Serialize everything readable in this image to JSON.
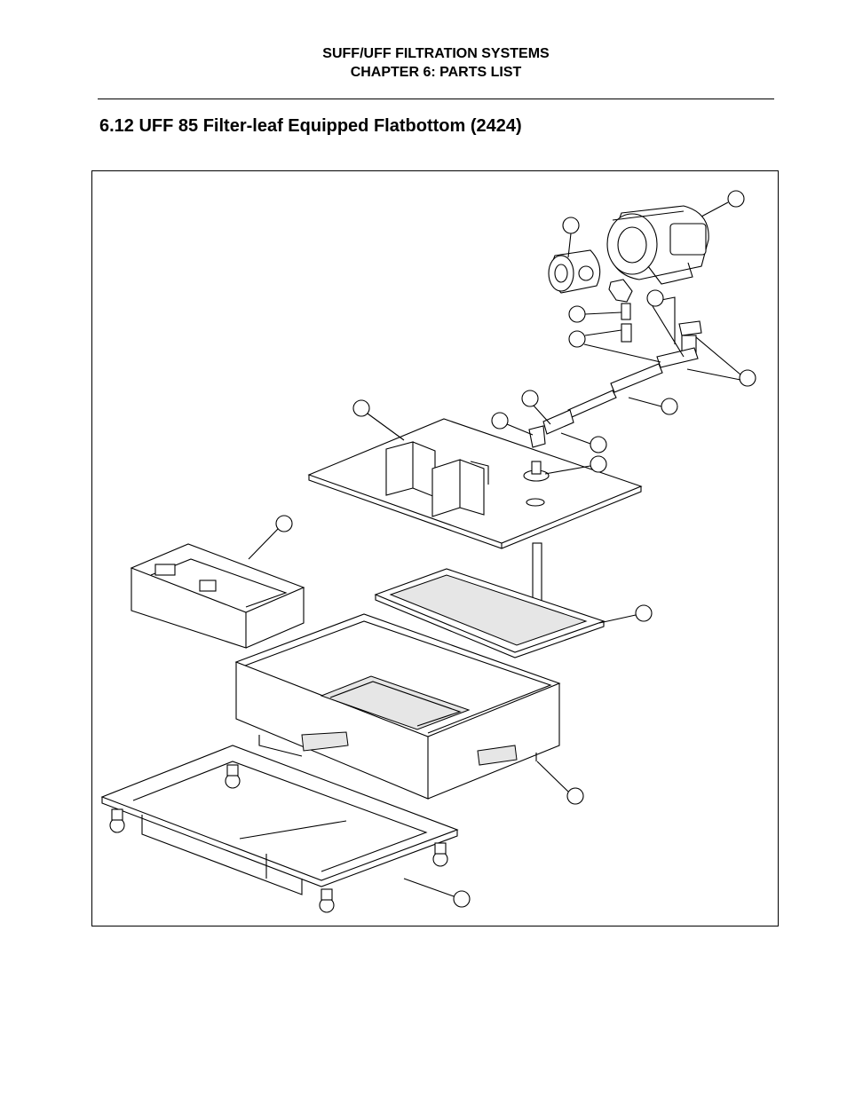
{
  "header": {
    "line1": "SUFF/UFF FILTRATION SYSTEMS",
    "line2": "CHAPTER 6:  PARTS LIST"
  },
  "section": {
    "title": "6.12  UFF 85 Filter-leaf Equipped Flatbottom (2424)"
  },
  "colors": {
    "ink": "#000000",
    "paper": "#ffffff",
    "shade": "#e6e6e6"
  }
}
